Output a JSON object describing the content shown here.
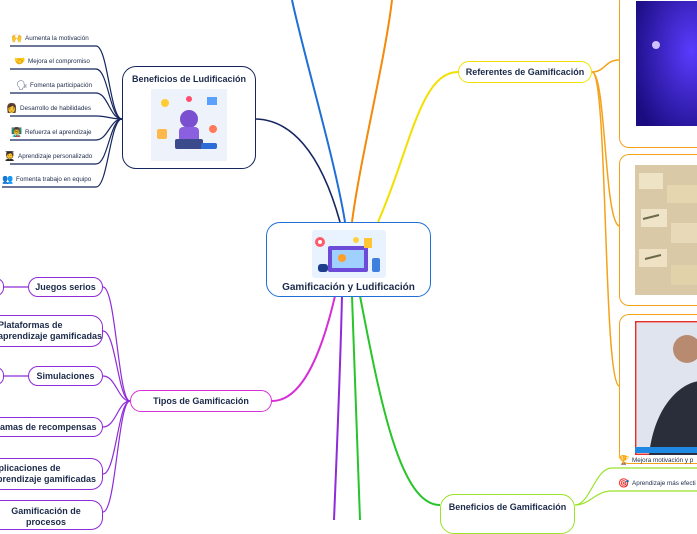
{
  "central": {
    "title": "Gamificación y Ludificación"
  },
  "topics": {
    "beneficios_ludificacion": {
      "title": "Beneficios de Ludificación"
    },
    "referentes": {
      "title": "Referentes de Gamificación"
    },
    "tipos": {
      "title": "Tipos de Gamificación"
    },
    "beneficios_gamificacion": {
      "title": "Beneficios de Gamificación"
    }
  },
  "ludificacion_items": [
    {
      "label": "Aumenta la motivación",
      "icon": "raised-hands-icon"
    },
    {
      "label": "Mejora el compromiso",
      "icon": "handshake-icon"
    },
    {
      "label": "Fomenta participación",
      "icon": "speaking-head-icon"
    },
    {
      "label": "Desarrollo de habilidades",
      "icon": "person-icon"
    },
    {
      "label": "Refuerza el aprendizaje",
      "icon": "teacher-board-icon"
    },
    {
      "label": "Aprendizaje personalizado",
      "icon": "student-icon"
    },
    {
      "label": "Fomenta trabajo en equipo",
      "icon": "people-icon"
    }
  ],
  "tipos_items": [
    {
      "label": "Juegos serios"
    },
    {
      "label": "Plataformas de\naprendizaje gamificadas"
    },
    {
      "label": "Simulaciones"
    },
    {
      "label": "Programas de recompensas"
    },
    {
      "label": "Aplicaciones de\naprendizaje gamificadas"
    },
    {
      "label": "Gamificación de procesos"
    }
  ],
  "gamificacion_items": [
    {
      "label": "Mejora motivación y p",
      "icon": "trophy-icon"
    },
    {
      "label": "Aprendizaje más efecti",
      "icon": "target-icon"
    }
  ],
  "colors": {
    "blue": "#1f6fd6",
    "purple": "#8f2bd8",
    "orange": "#f28a0a",
    "yellow": "#f2e000",
    "green": "#27c42a",
    "lime": "#9be22a",
    "magenta": "#d62fd6",
    "navy": "#16265e",
    "card_border": "#f4a21a"
  }
}
